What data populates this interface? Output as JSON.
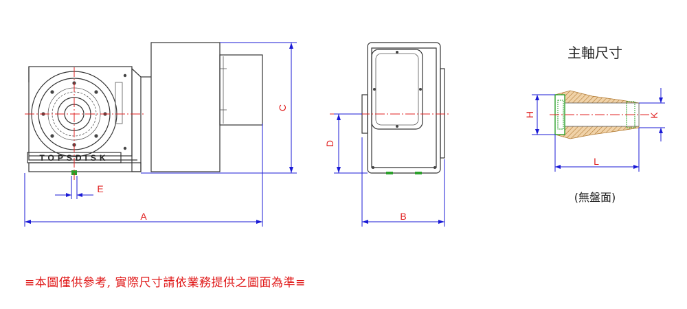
{
  "labels": {
    "A": "A",
    "B": "B",
    "C": "C",
    "D": "D",
    "E": "E",
    "H": "H",
    "K": "K",
    "L": "L"
  },
  "spindle_title": "主軸尺寸",
  "no_faceplate": "(無盤面)",
  "brand": "TOPSDISK",
  "disclaimer": "≡本圖僅供參考, 實際尺寸請依業務提供之圖面為準≡",
  "colors": {
    "dimension_line": "#1a1ad6",
    "label_red": "#e02020",
    "outline": "#333333",
    "spindle_hatch": "#d4a060",
    "spindle_green": "#2aa02a"
  }
}
